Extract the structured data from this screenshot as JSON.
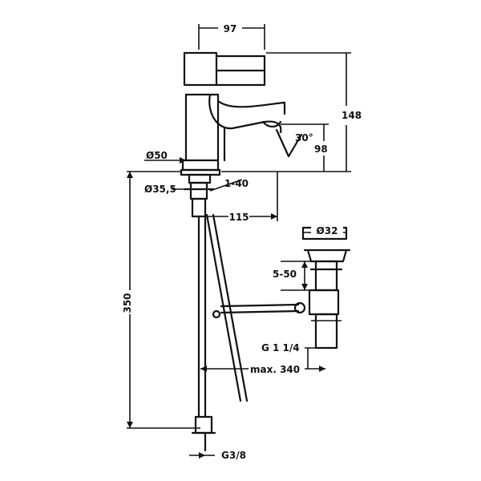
{
  "dimensions": {
    "top_width": "97",
    "overall_height": "148",
    "spout_height": "98",
    "spout_angle": "30°",
    "body_diameter": "Ø50",
    "flex_diameter": "Ø35,5",
    "thread": "1-40",
    "reach": "115",
    "waste_diameter": "Ø32",
    "waste_range": "5-50",
    "waste_thread": "G 1 1/4",
    "max_length": "max. 340",
    "hose_length": "350",
    "connection": "G3/8"
  }
}
